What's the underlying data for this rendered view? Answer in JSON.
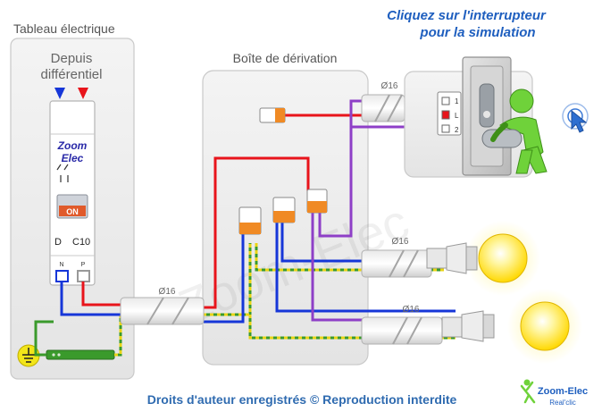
{
  "header": {
    "panel_title": "Tableau électrique",
    "cta_line1": "Cliquez sur l'interrupteur",
    "cta_line2": "pour la simulation"
  },
  "panel": {
    "source_line1": "Depuis",
    "source_line2": "différentiel",
    "breaker_brand_line1": "Zoom",
    "breaker_brand_line2": "Elec",
    "breaker_state": "ON",
    "breaker_curve": "D",
    "breaker_rating": "C10",
    "terminal_n": "N",
    "terminal_p": "P"
  },
  "junction_box": {
    "title": "Boîte de dérivation"
  },
  "conduits": {
    "main": "Ø16",
    "switch": "Ø16",
    "lamp1": "Ø16",
    "lamp2": "Ø16"
  },
  "switch_terminals": {
    "t1": "1",
    "tl": "L",
    "t2": "2"
  },
  "watermark": "Zoom-Elec",
  "footer": {
    "copyright": "Droits d'auteur enregistrés © Reproduction interdite",
    "logo_line1": "Zoom-Elec",
    "logo_line2": "Real'clic"
  },
  "colors": {
    "phase": "#e8141b",
    "neutral": "#1636d8",
    "switched_return": "#8e3fc7",
    "earth_yellow": "#e8d414",
    "earth_green": "#3a9a2c",
    "cta_text": "#1f5fbf",
    "footer_text": "#2f6bb0",
    "lamp_glow": "#ffe93a",
    "figure_green": "#6fd23a"
  },
  "icons": {
    "earth": "earth-ground-icon",
    "click": "click-hand-icon",
    "figure": "green-figure-illustration"
  }
}
